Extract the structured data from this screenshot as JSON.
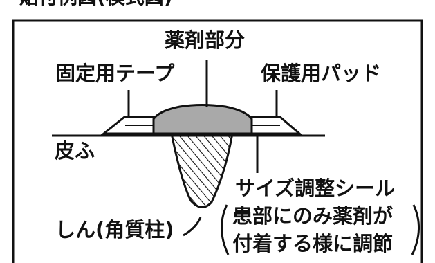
{
  "caption_top": "貼付例図(模式図)",
  "labels": {
    "drug_part": "薬剤部分",
    "fixing_tape": "固定用テープ",
    "protective_pad": "保護用パッド",
    "skin": "皮ふ",
    "size_seal": "サイズ調整シール",
    "note_line1": "患部にのみ薬剤が",
    "note_line2": "付着する様に調節",
    "corn": "しん(角質柱)"
  },
  "colors": {
    "drug": "#a9a9a9",
    "tape": "#ffffff",
    "seal_strip": "#8c8c8c",
    "line": "#111111"
  }
}
